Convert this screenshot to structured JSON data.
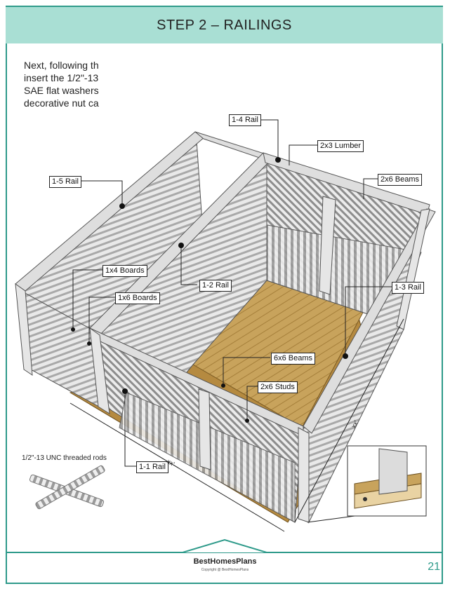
{
  "header": {
    "title": "STEP 2 – RAILINGS"
  },
  "intro": {
    "lines": [
      "Next, following th",
      "insert the 1/2\"-13",
      "SAE flat washers",
      "decorative nut ca"
    ]
  },
  "callouts": {
    "rail_1_4": "1-4 Rail",
    "lumber_2x3": "2x3 Lumber",
    "rail_1_5": "1-5 Rail",
    "beams_2x6": "2x6 Beams",
    "boards_1x4": "1x4 Boards",
    "rail_1_2": "1-2 Rail",
    "rail_1_3": "1-3 Rail",
    "boards_1x6": "1x6 Boards",
    "beams_6x6": "6x6 Beams",
    "studs_2x6": "2x6 Studs",
    "rail_1_1": "1-1 Rail"
  },
  "rods": {
    "caption": "1/2\"-13 UNC threaded rods"
  },
  "dimensions": {
    "length": "xx'",
    "width": "xx'"
  },
  "footer": {
    "brand": "BestHomesPlans",
    "copyright": "Copyright @ BestHomesPlans",
    "page_number": "21"
  },
  "colors": {
    "accent": "#2e9a8a",
    "header_band": "#a9dfd4",
    "deck": "#c8a35c"
  }
}
